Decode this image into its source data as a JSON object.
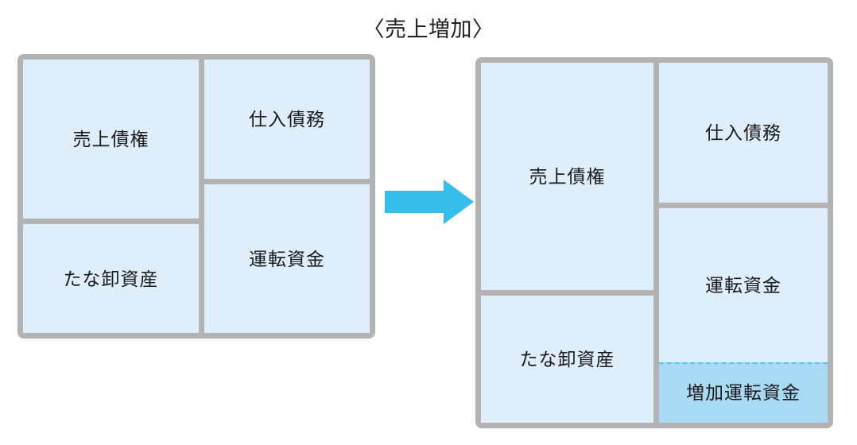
{
  "title": "〈売上増加〉",
  "colors": {
    "cell_fill": "#deeefa",
    "accent_fill": "#a9daf4",
    "border": "#b3b3b3",
    "arrow": "#35bdeb",
    "dashed_line": "#57bfe8",
    "text": "#1a1a1a",
    "background": "#ffffff"
  },
  "diagram": {
    "type": "balance-sheet-comparison",
    "arrow": {
      "name": "rightward-flow-arrow",
      "direction": "right",
      "color": "#35bdeb"
    },
    "before": {
      "name": "before-sales-increase",
      "cells": [
        {
          "key": "uriage_saiken",
          "label": "売上債権",
          "side": "left",
          "position": "top",
          "accent": false
        },
        {
          "key": "tanaoroshi",
          "label": "たな卸資産",
          "side": "left",
          "position": "bottom",
          "accent": false
        },
        {
          "key": "shiire_saimu",
          "label": "仕入債務",
          "side": "right",
          "position": "top",
          "accent": false
        },
        {
          "key": "unten_shikin",
          "label": "運転資金",
          "side": "right",
          "position": "bottom",
          "accent": false
        }
      ]
    },
    "after": {
      "name": "after-sales-increase",
      "cells": [
        {
          "key": "uriage_saiken",
          "label": "売上債権",
          "side": "left",
          "position": "top",
          "accent": false
        },
        {
          "key": "tanaoroshi",
          "label": "たな卸資産",
          "side": "left",
          "position": "bottom",
          "accent": false
        },
        {
          "key": "shiire_saimu",
          "label": "仕入債務",
          "side": "right",
          "position": "top",
          "accent": false
        },
        {
          "key": "unten_shikin",
          "label": "運転資金",
          "side": "right",
          "position": "middle",
          "accent": false
        },
        {
          "key": "zouka_unten",
          "label": "増加運転資金",
          "side": "right",
          "position": "bottom",
          "accent": true
        }
      ]
    }
  }
}
